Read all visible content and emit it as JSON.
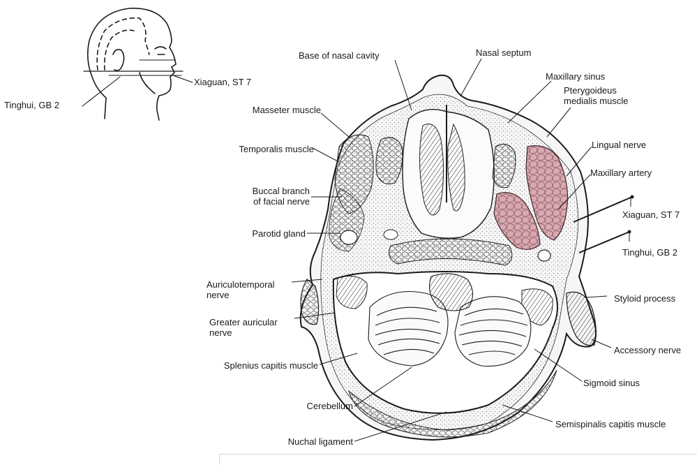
{
  "inset": {
    "left_label": "Tinghui, GB 2",
    "right_label": "Xiaguan, ST 7"
  },
  "section": {
    "base_of_nasal_cavity": "Base of nasal cavity",
    "nasal_septum": "Nasal septum",
    "maxillary_sinus": "Maxillary sinus",
    "pterygoideus_1": "Pterygoideus",
    "pterygoideus_2": "medialis muscle",
    "masseter_muscle": "Masseter muscle",
    "lingual_nerve": "Lingual nerve",
    "temporalis_muscle": "Temporalis muscle",
    "maxillary_artery": "Maxillary artery",
    "buccal_1": "Buccal branch",
    "buccal_2": "of facial nerve",
    "xiaguan": "Xiaguan, ST 7",
    "parotid_gland": "Parotid gland",
    "tinghui": "Tinghui, GB 2",
    "auriculotemporal_1": "Auriculotemporal",
    "auriculotemporal_2": "nerve",
    "styloid_process": "Styloid process",
    "greater_auricular_1": "Greater auricular",
    "greater_auricular_2": "nerve",
    "accessory_nerve": "Accessory nerve",
    "splenius": "Splenius capitis muscle",
    "sigmoid_sinus": "Sigmoid sinus",
    "cerebellum": "Cerebellum",
    "semispinalis": "Semispinalis capitis muscle",
    "nuchal_ligament": "Nuchal ligament"
  },
  "colors": {
    "pterygoid_fill": "#d8a9b0",
    "line": "#1a1a1a"
  }
}
